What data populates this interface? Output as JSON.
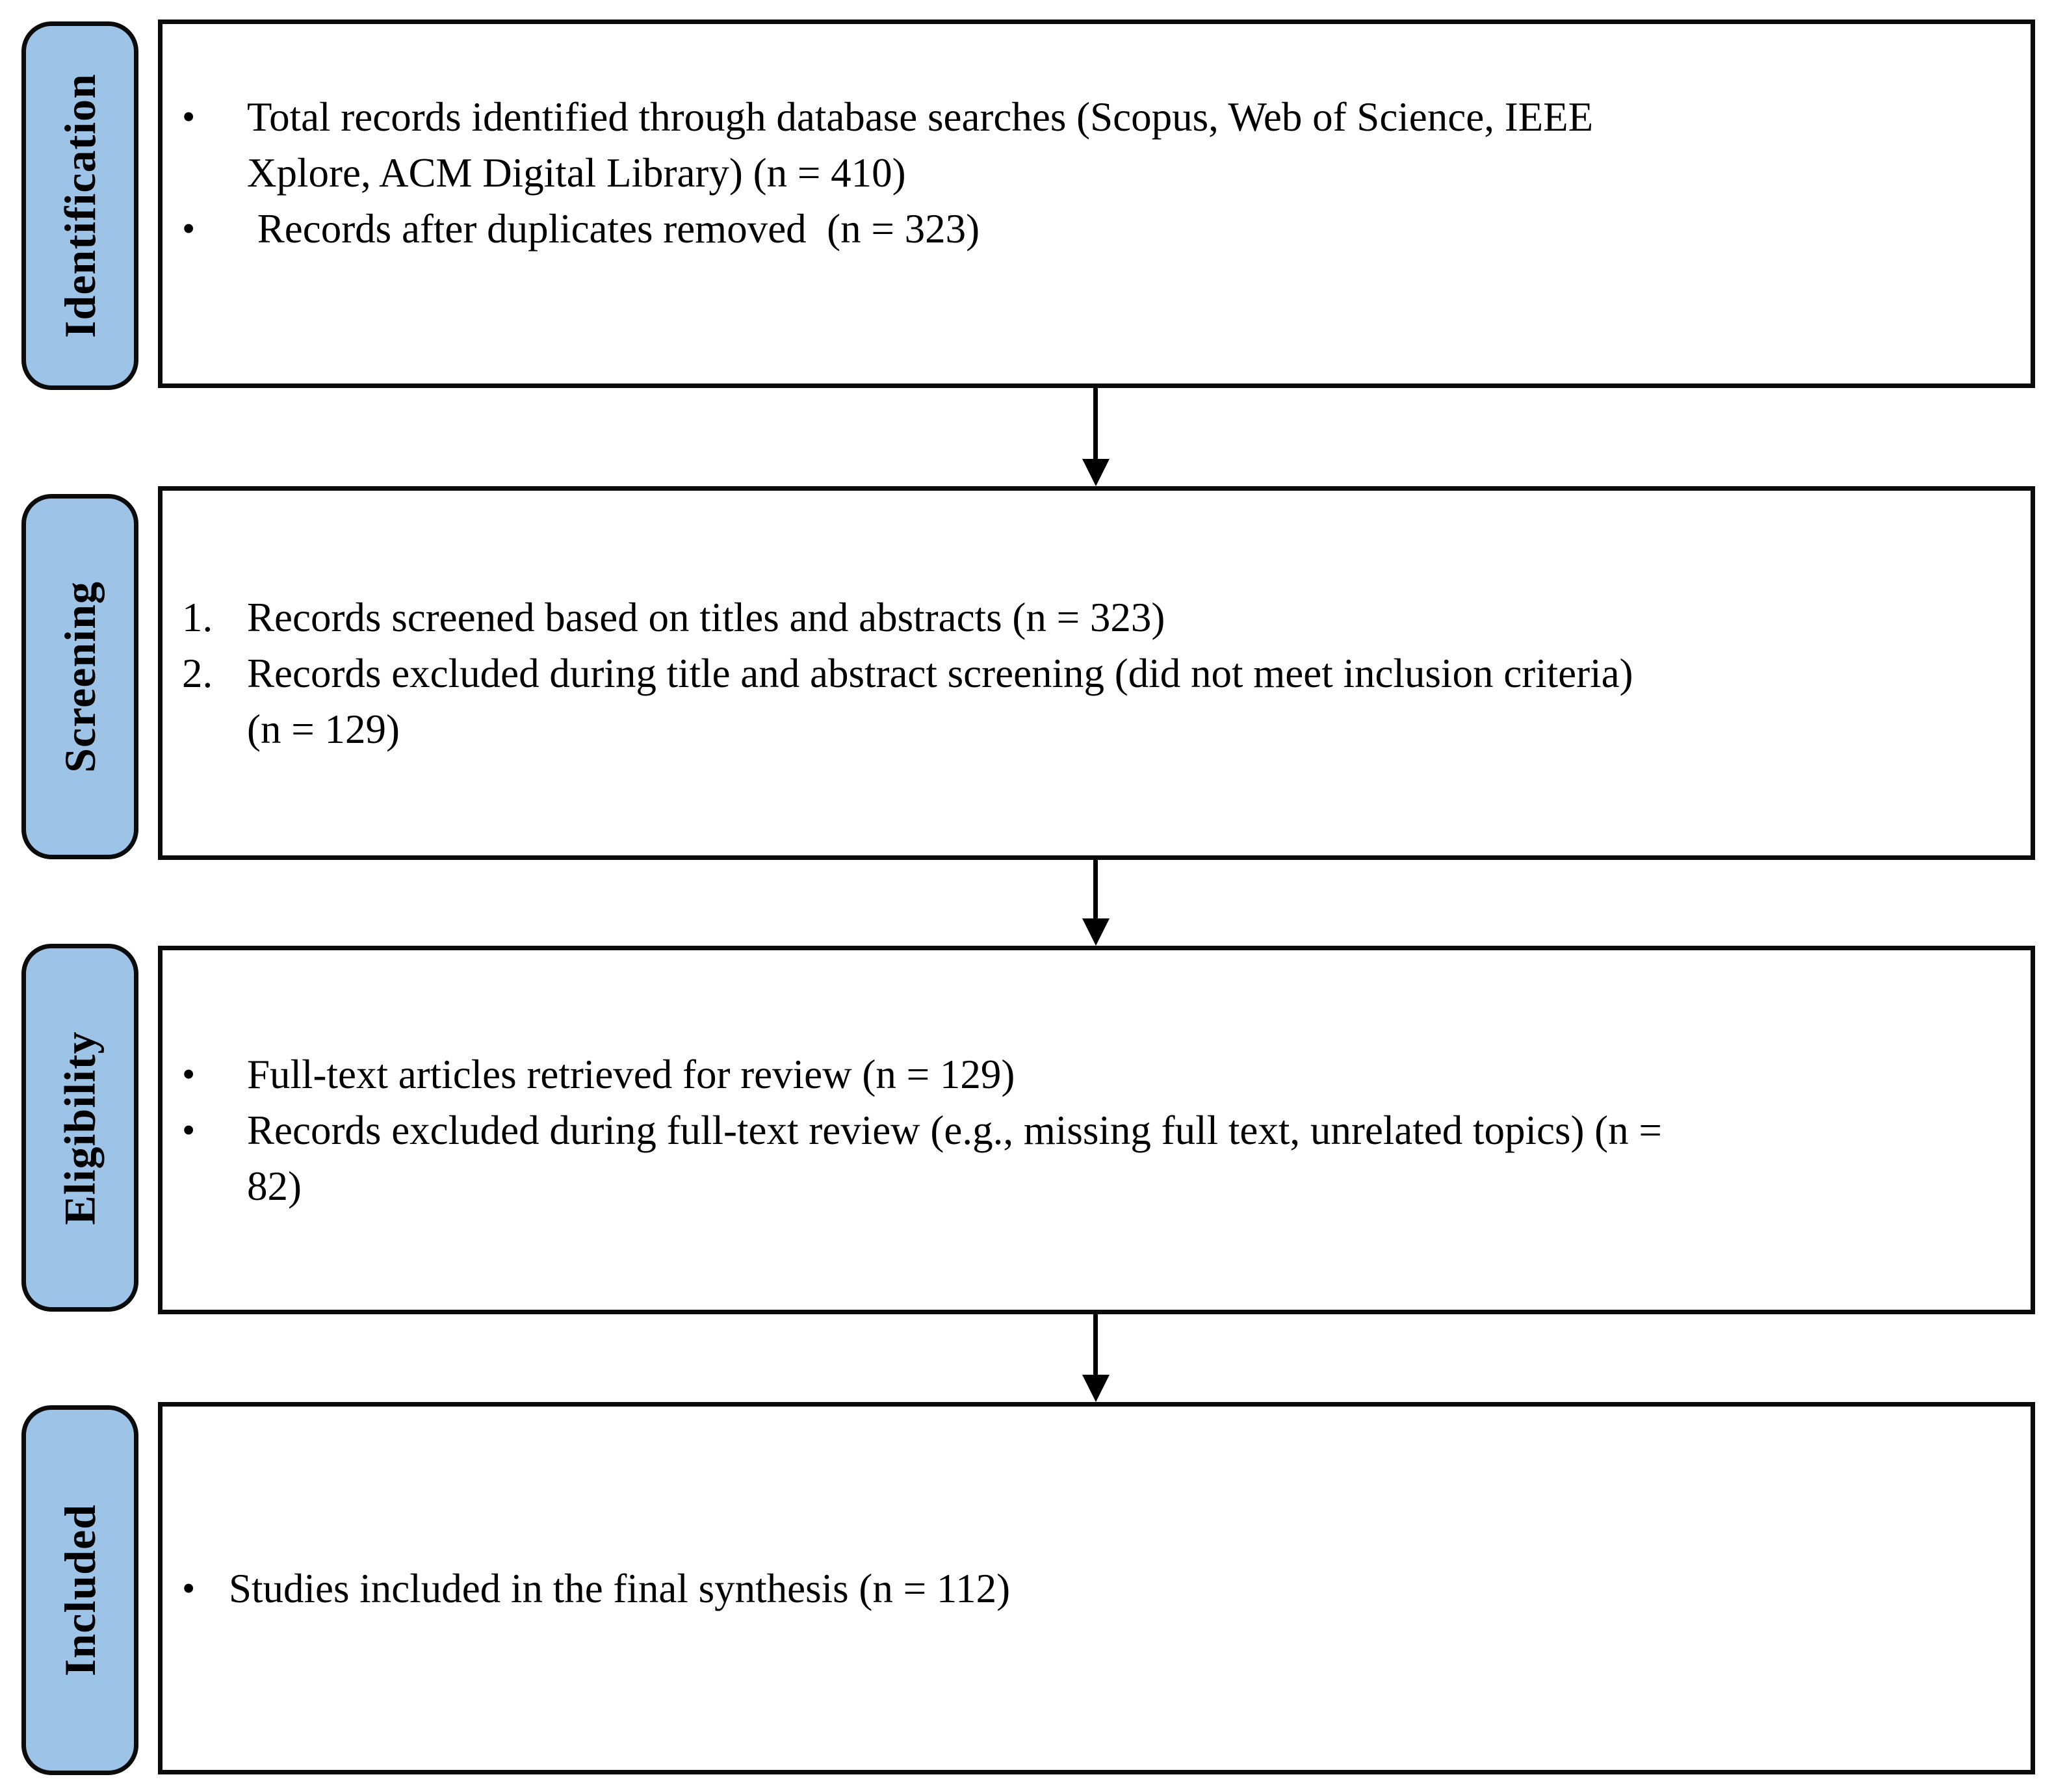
{
  "colors": {
    "label_fill": "#9DC3E6",
    "outline": "#000000",
    "box_fill": "#FFFFFF",
    "text": "#000000",
    "arrow": "#000000"
  },
  "stages": [
    {
      "label": "Identification",
      "items": [
        {
          "marker": "•",
          "text": "Total records identified through database searches (Scopus, Web of Science, IEEE\nXplore, ACM Digital Library) (n = 410)"
        },
        {
          "marker": "•",
          "text": " Records after duplicates removed  (n = 323)"
        }
      ]
    },
    {
      "label": "Screening",
      "items": [
        {
          "marker": "1.",
          "text": "Records screened based on titles and abstracts (n = 323)"
        },
        {
          "marker": "2.",
          "text": "Records excluded during title and abstract screening (did not meet inclusion criteria)\n(n = 129)"
        }
      ]
    },
    {
      "label": "Eligibility",
      "items": [
        {
          "marker": "•",
          "text": "Full-text articles retrieved for review (n = 129)"
        },
        {
          "marker": "•",
          "text": "Records excluded during full-text review (e.g., missing full text, unrelated topics) (n =\n82)"
        }
      ]
    },
    {
      "label": "Included",
      "items": [
        {
          "marker": "•",
          "text": "Studies included in the final synthesis (n = 112)"
        }
      ]
    }
  ]
}
